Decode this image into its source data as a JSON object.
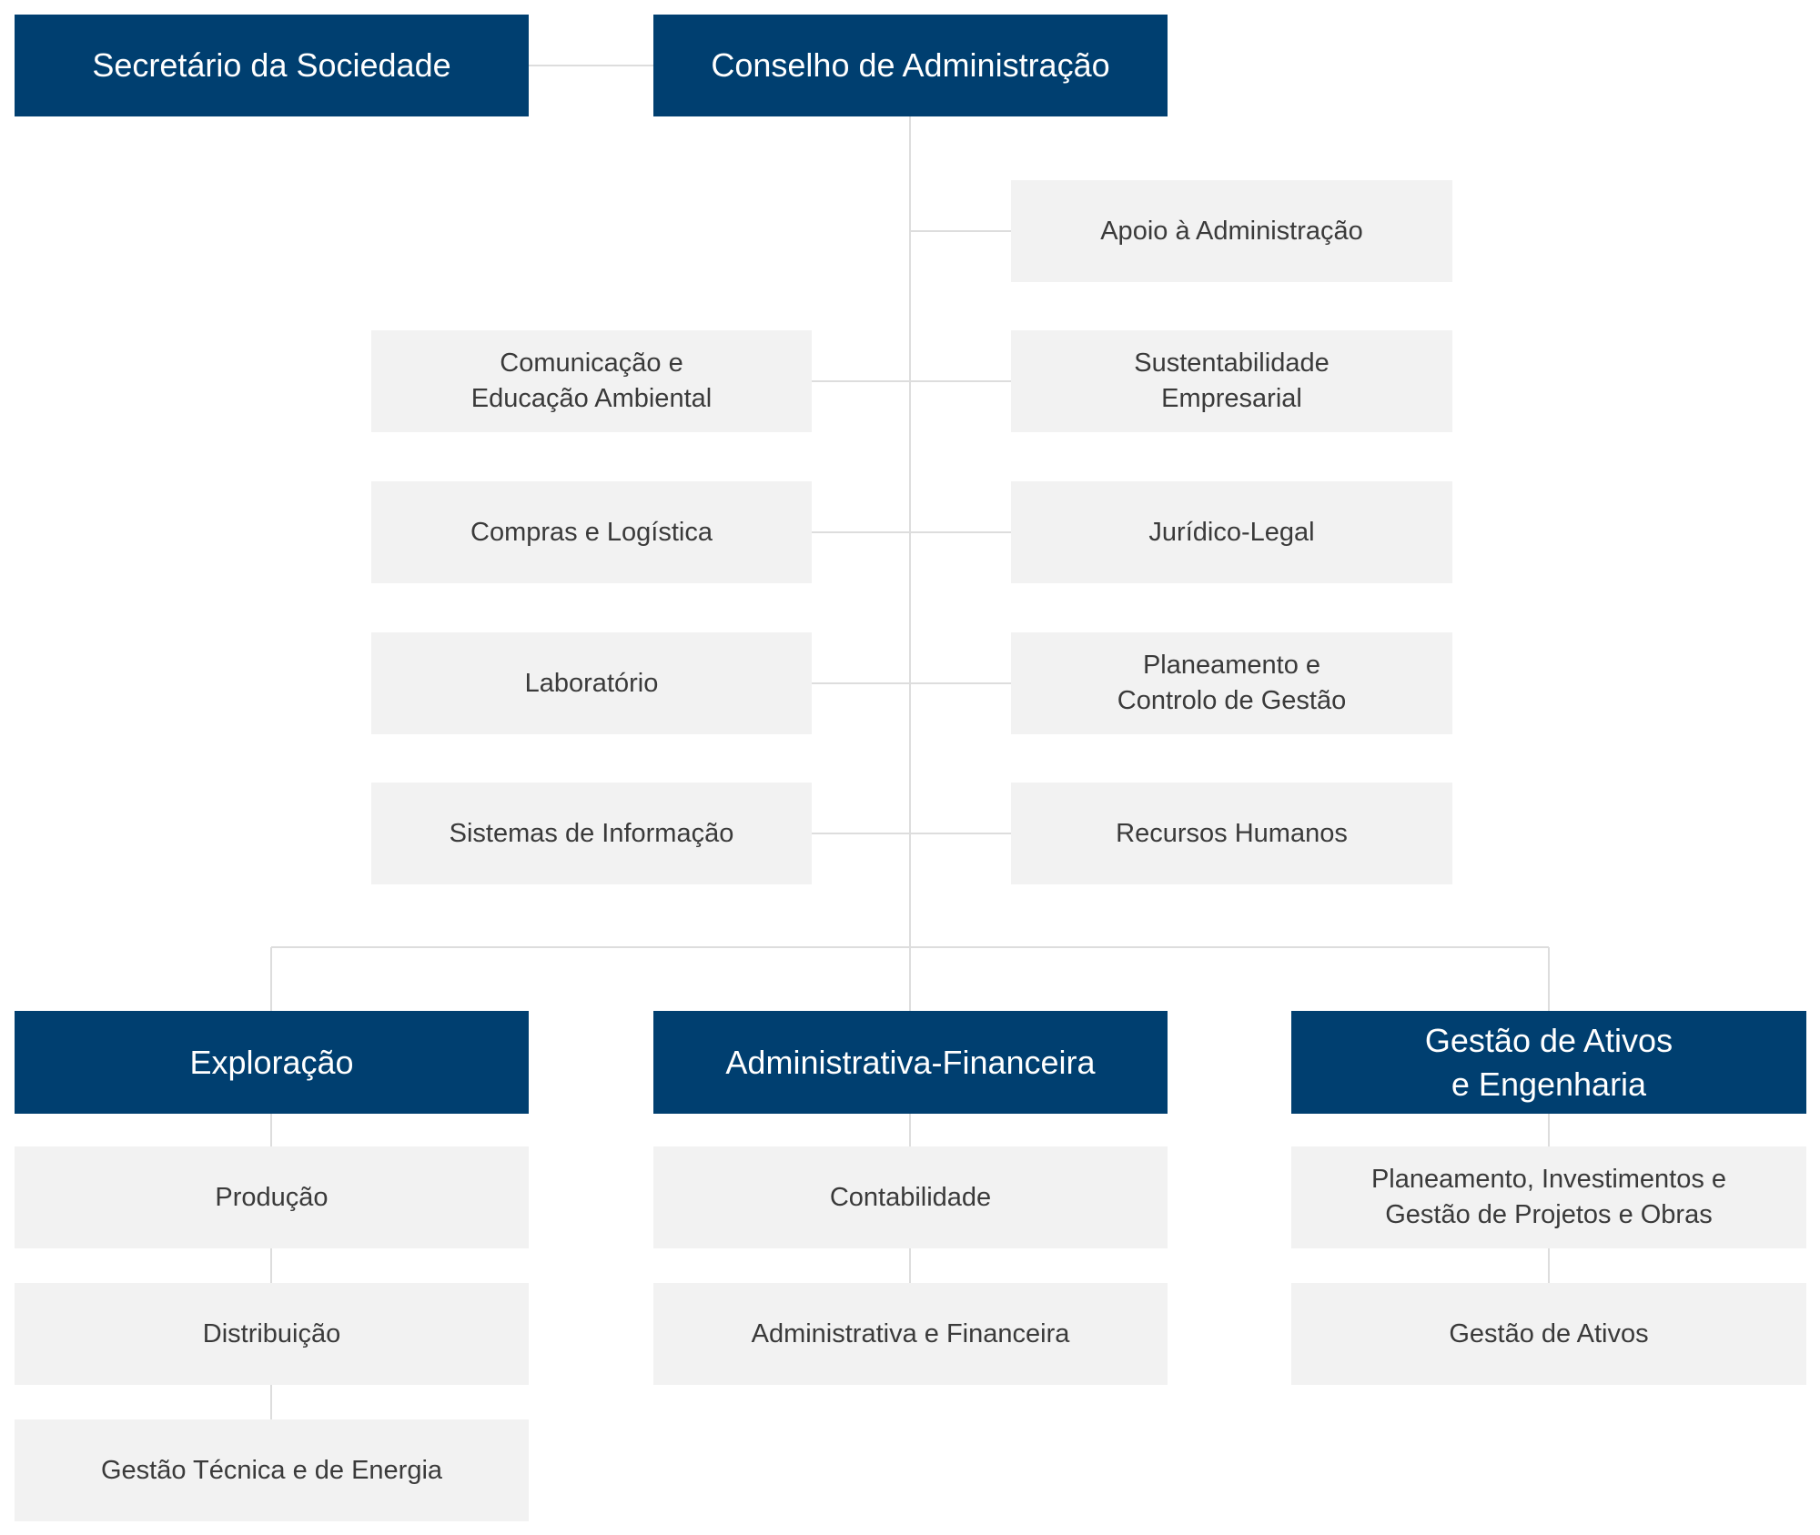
{
  "colors": {
    "primary": "#003f70",
    "secondary": "#f2f2f2",
    "connector": "#dddddd"
  },
  "top": {
    "secretary": "Secretário da Sociedade",
    "board": "Conselho de Administração"
  },
  "staff_right": [
    "Apoio à Administração",
    "Sustentabilidade\nEmpresarial",
    "Jurídico-Legal",
    "Planeamento e\nControlo de Gestão",
    "Recursos Humanos"
  ],
  "staff_left": [
    "Comunicação e\nEducação Ambiental",
    "Compras e Logística",
    "Laboratório",
    "Sistemas de Informação"
  ],
  "divisions": [
    {
      "name": "Exploração",
      "units": [
        "Produção",
        "Distribuição",
        "Gestão Técnica e de Energia"
      ]
    },
    {
      "name": "Administrativa-Financeira",
      "units": [
        "Contabilidade",
        "Administrativa e Financeira"
      ]
    },
    {
      "name": "Gestão de Ativos\ne Engenharia",
      "units": [
        "Planeamento, Investimentos e\nGestão de Projetos e Obras",
        "Gestão de Ativos"
      ]
    }
  ]
}
